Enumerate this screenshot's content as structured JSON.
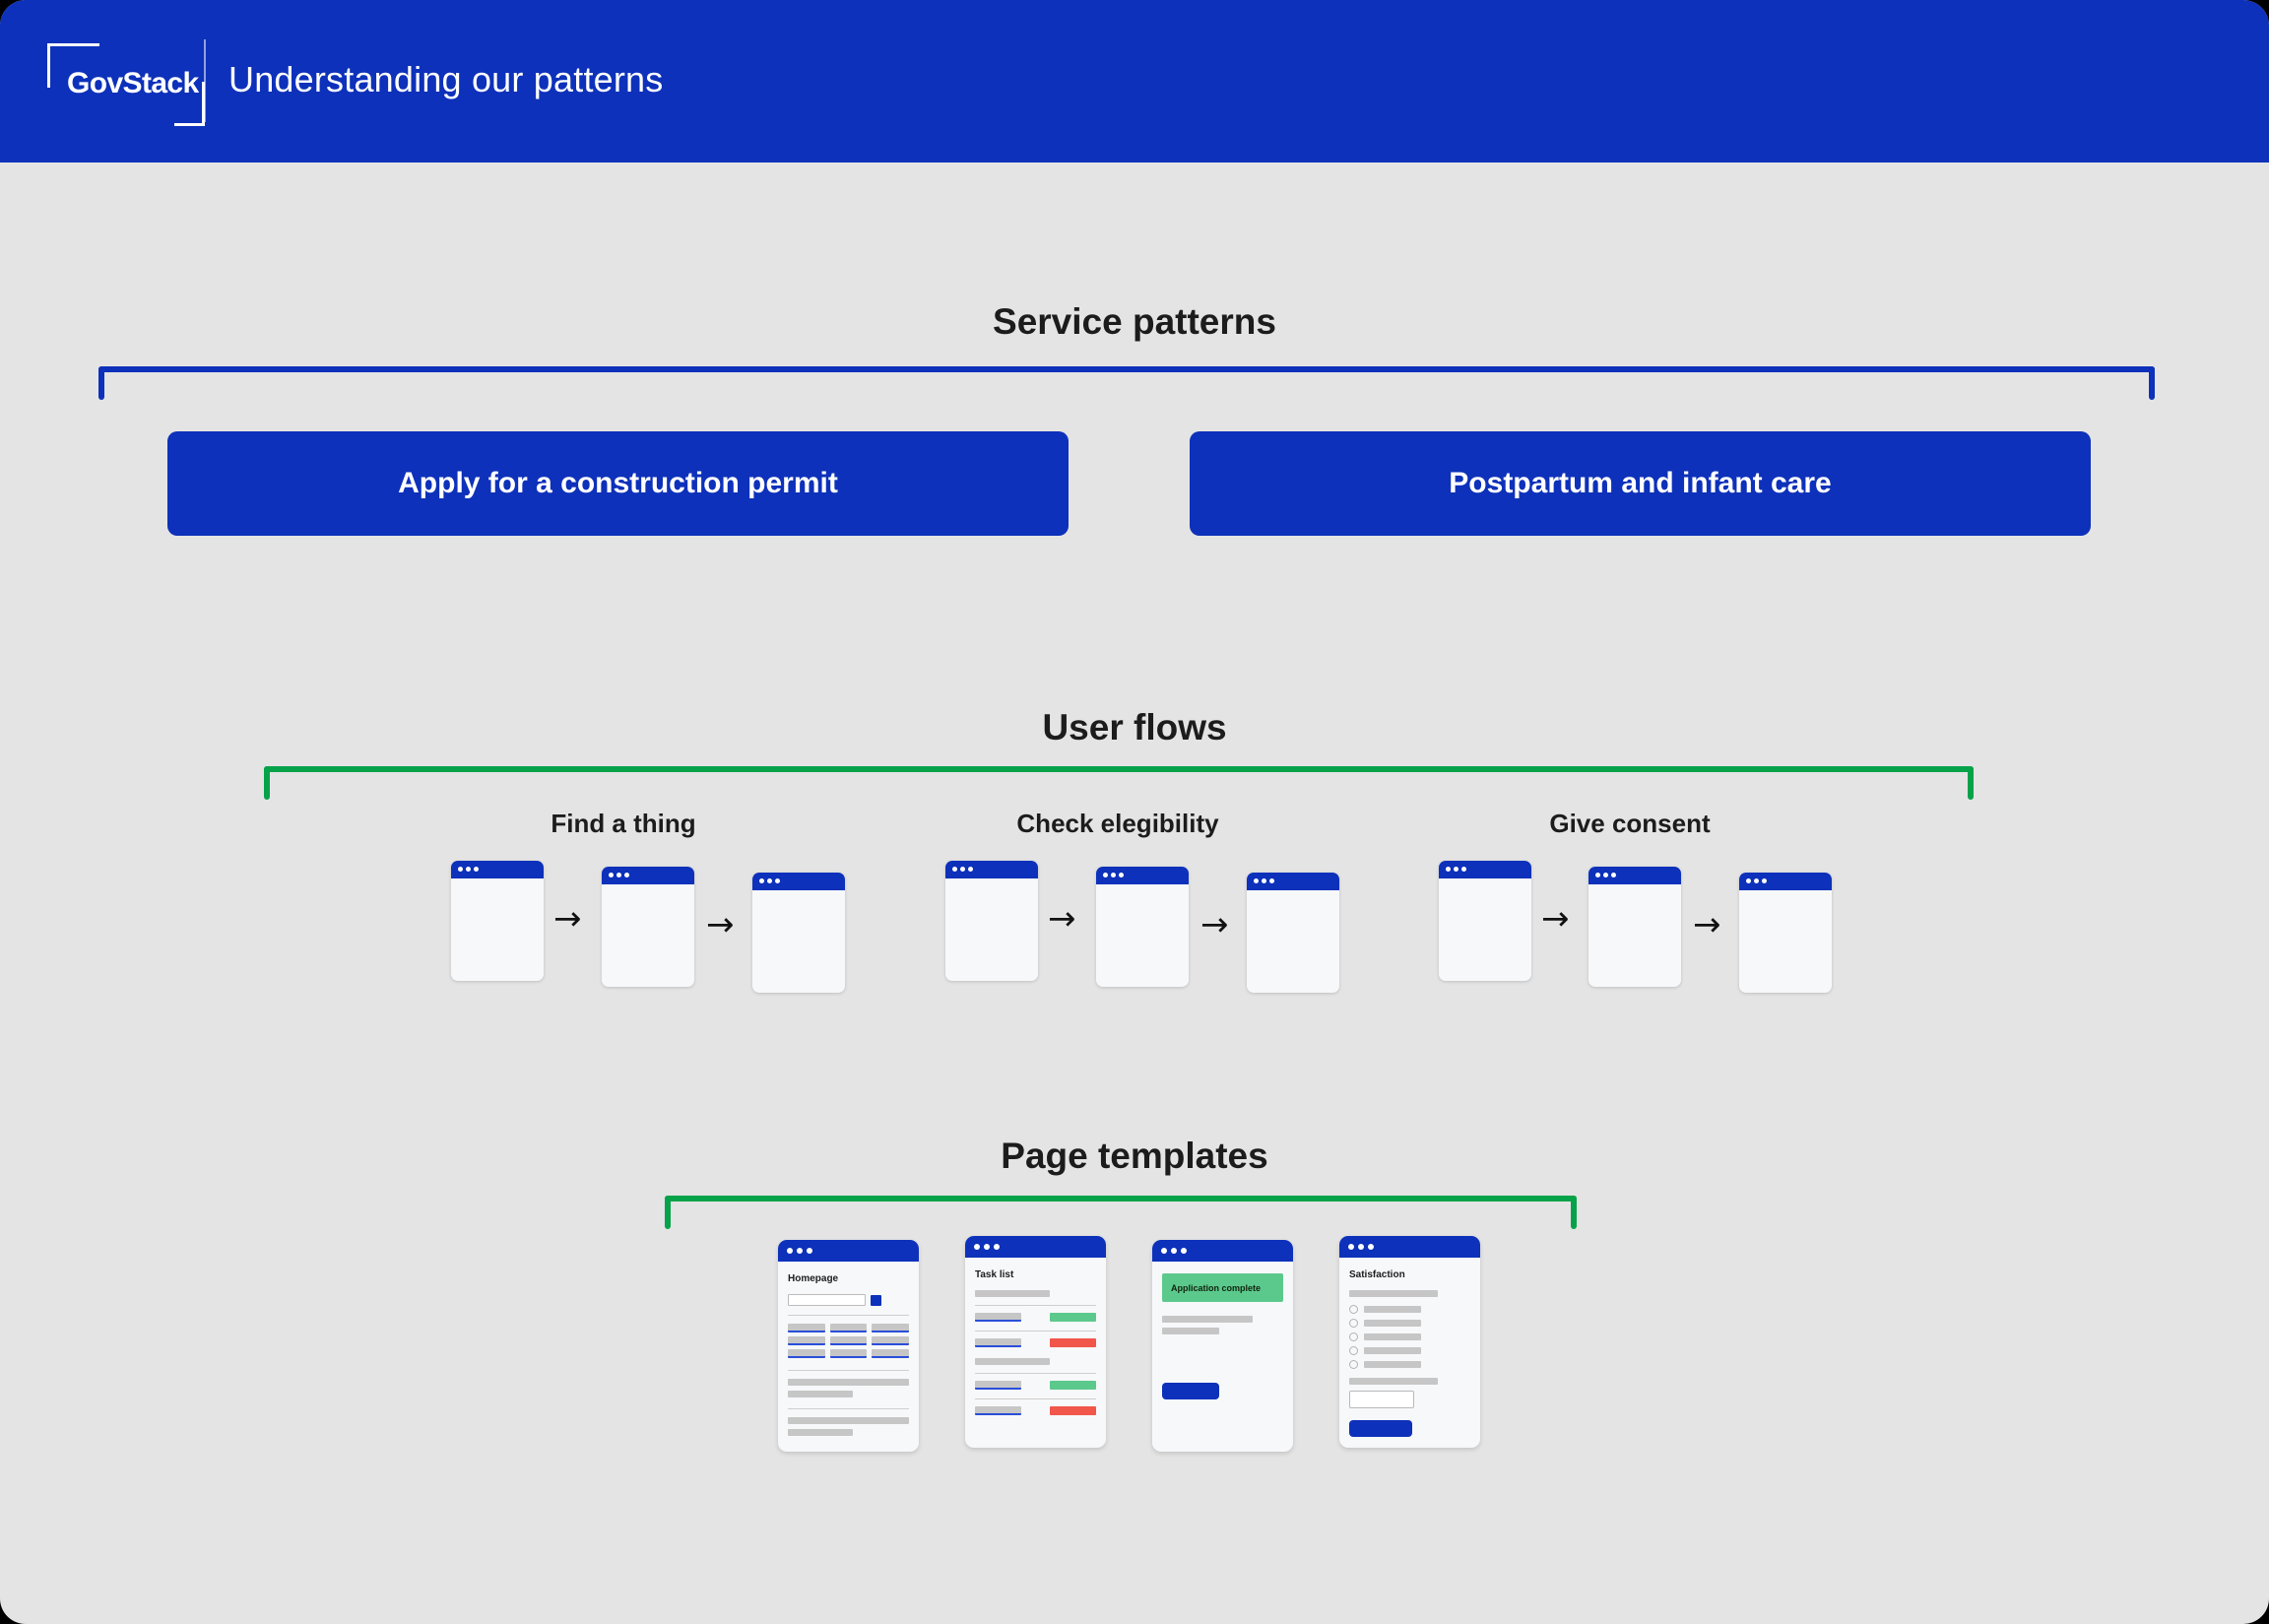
{
  "header": {
    "logo_text": "GovStack",
    "title": "Understanding our patterns"
  },
  "colors": {
    "brand_blue": "#0d31ba",
    "accent_green": "#06a24a",
    "page_background": "#e4e4e4",
    "status_green": "#5cc98c",
    "status_red": "#f0564a"
  },
  "sections": {
    "service_patterns": {
      "title": "Service patterns",
      "bracket_color": "#0d31ba",
      "buttons": [
        {
          "label": "Apply for a construction permit"
        },
        {
          "label": "Postpartum and infant care"
        }
      ]
    },
    "user_flows": {
      "title": "User flows",
      "bracket_color": "#06a24a",
      "flows": [
        {
          "label": "Find a thing",
          "steps": 3
        },
        {
          "label": "Check elegibility",
          "steps": 3
        },
        {
          "label": "Give consent",
          "steps": 3
        }
      ],
      "arrow_glyph": "→"
    },
    "page_templates": {
      "title": "Page templates",
      "bracket_color": "#06a24a",
      "cards": [
        {
          "heading": "Homepage"
        },
        {
          "heading": "Task list"
        },
        {
          "banner": "Application complete"
        },
        {
          "heading": "Satisfaction"
        }
      ]
    }
  }
}
